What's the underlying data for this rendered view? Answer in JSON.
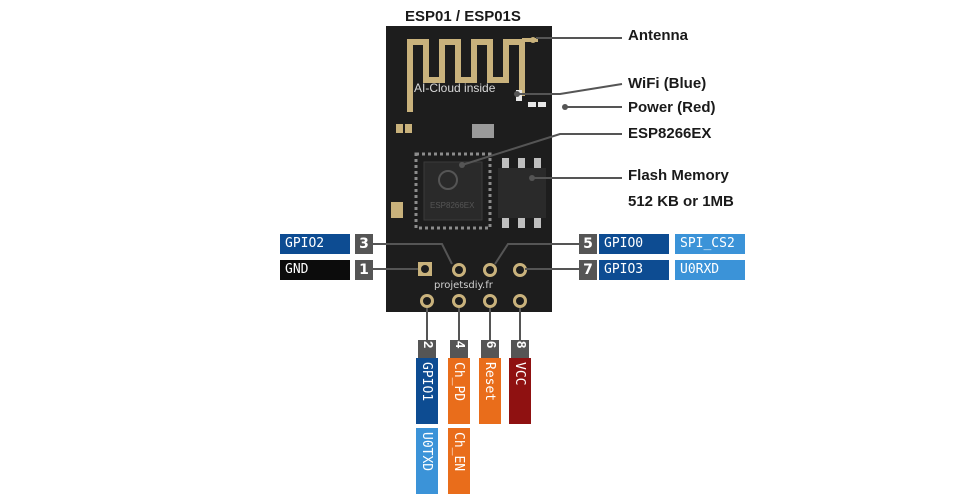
{
  "title": "ESP01 / ESP01S",
  "board": {
    "antenna_text": "AI-Cloud inside",
    "chip_text": "ESP8266EX",
    "site_text": "projetsdiy.fr"
  },
  "callouts": {
    "antenna": "Antenna",
    "wifi": "WiFi (Blue)",
    "power": "Power (Red)",
    "chip": "ESP8266EX",
    "flash_line1": "Flash Memory",
    "flash_line2": "512 KB or 1MB"
  },
  "pins": {
    "pin1": {
      "num": "1",
      "label": "GND"
    },
    "pin2": {
      "num": "2",
      "label": "GPIO1",
      "alt": "U0TXD"
    },
    "pin3": {
      "num": "3",
      "label": "GPIO2"
    },
    "pin4": {
      "num": "4",
      "label": "Ch_PD",
      "alt": "Ch_EN"
    },
    "pin5": {
      "num": "5",
      "label": "GPIO0",
      "alt": "SPI_CS2"
    },
    "pin6": {
      "num": "6",
      "label": "Reset"
    },
    "pin7": {
      "num": "7",
      "label": "GPIO3",
      "alt": "U0RXD"
    },
    "pin8": {
      "num": "8",
      "label": "VCC"
    }
  },
  "colors": {
    "board": "#1d1d1d",
    "trace": "#c9b27c",
    "gpio": "#0d4c92",
    "alt_function": "#3b93d8",
    "ground": "#0c0c0c",
    "control": "#e96d1b",
    "power": "#8f1111",
    "pin_number": "#555555",
    "leader_line": "#555555"
  }
}
